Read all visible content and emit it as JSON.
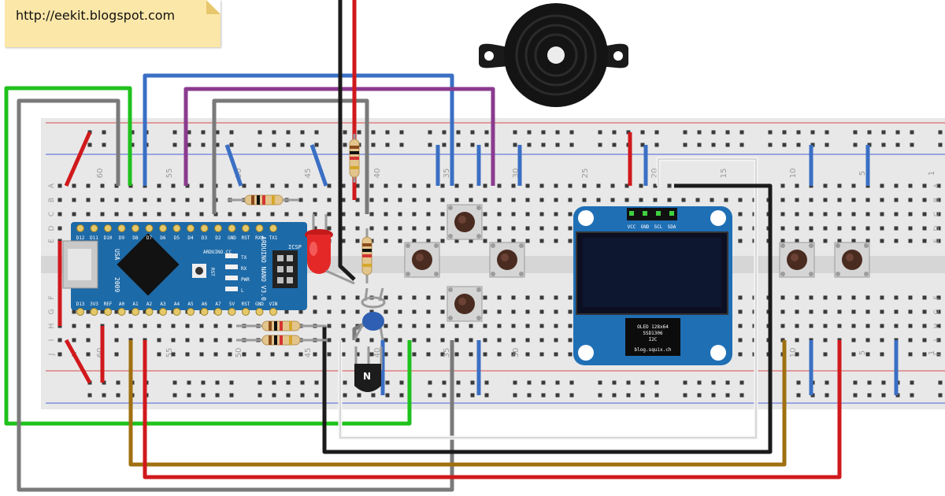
{
  "note": {
    "url": "http://eekit.blogspot.com"
  },
  "breadboard": {
    "column_numbers": [
      "60",
      "55",
      "50",
      "45",
      "40",
      "35",
      "30",
      "25",
      "20",
      "15",
      "10",
      "5",
      "1"
    ],
    "row_letters_top": [
      "A",
      "B",
      "C",
      "D",
      "E"
    ],
    "row_letters_bottom": [
      "F",
      "G",
      "H",
      "I",
      "J"
    ]
  },
  "arduino": {
    "brand": "ARDUINO.CC",
    "model": "ARDUINO NANO V3.0",
    "country": "USA",
    "year": "2009",
    "icsp": "ICSP",
    "rst": "RST",
    "leds": [
      "TX",
      "RX",
      "PWR",
      "L"
    ],
    "top_pins": [
      "D12",
      "D11",
      "D10",
      "D9",
      "D8",
      "D7",
      "D6",
      "D5",
      "D4",
      "D3",
      "D2",
      "GND",
      "RST",
      "RX0",
      "TX1"
    ],
    "bottom_pins": [
      "D13",
      "3V3",
      "REF",
      "A0",
      "A1",
      "A2",
      "A3",
      "A4",
      "A5",
      "A6",
      "A7",
      "5V",
      "RST",
      "GND",
      "VIN"
    ]
  },
  "oled": {
    "pins": [
      "VCC",
      "GND",
      "SCL",
      "SDA"
    ],
    "label_line1": "OLED 128x64",
    "label_line2": "SSD1306",
    "label_line3": "I2C",
    "site": "blog.squix.ch"
  },
  "transistor": {
    "label": "N"
  },
  "colors": {
    "wire_red": "#d0191c",
    "wire_black": "#1b1b1b",
    "wire_green": "#1fc11c",
    "wire_blue": "#3a6fc4",
    "wire_purple": "#8b3a8f",
    "wire_gray": "#7a7a7a",
    "wire_brown": "#a07010",
    "wire_white": "#f4f4f4",
    "board_blue": "#1d6aa8",
    "oled_blue": "#1f6fb5"
  }
}
